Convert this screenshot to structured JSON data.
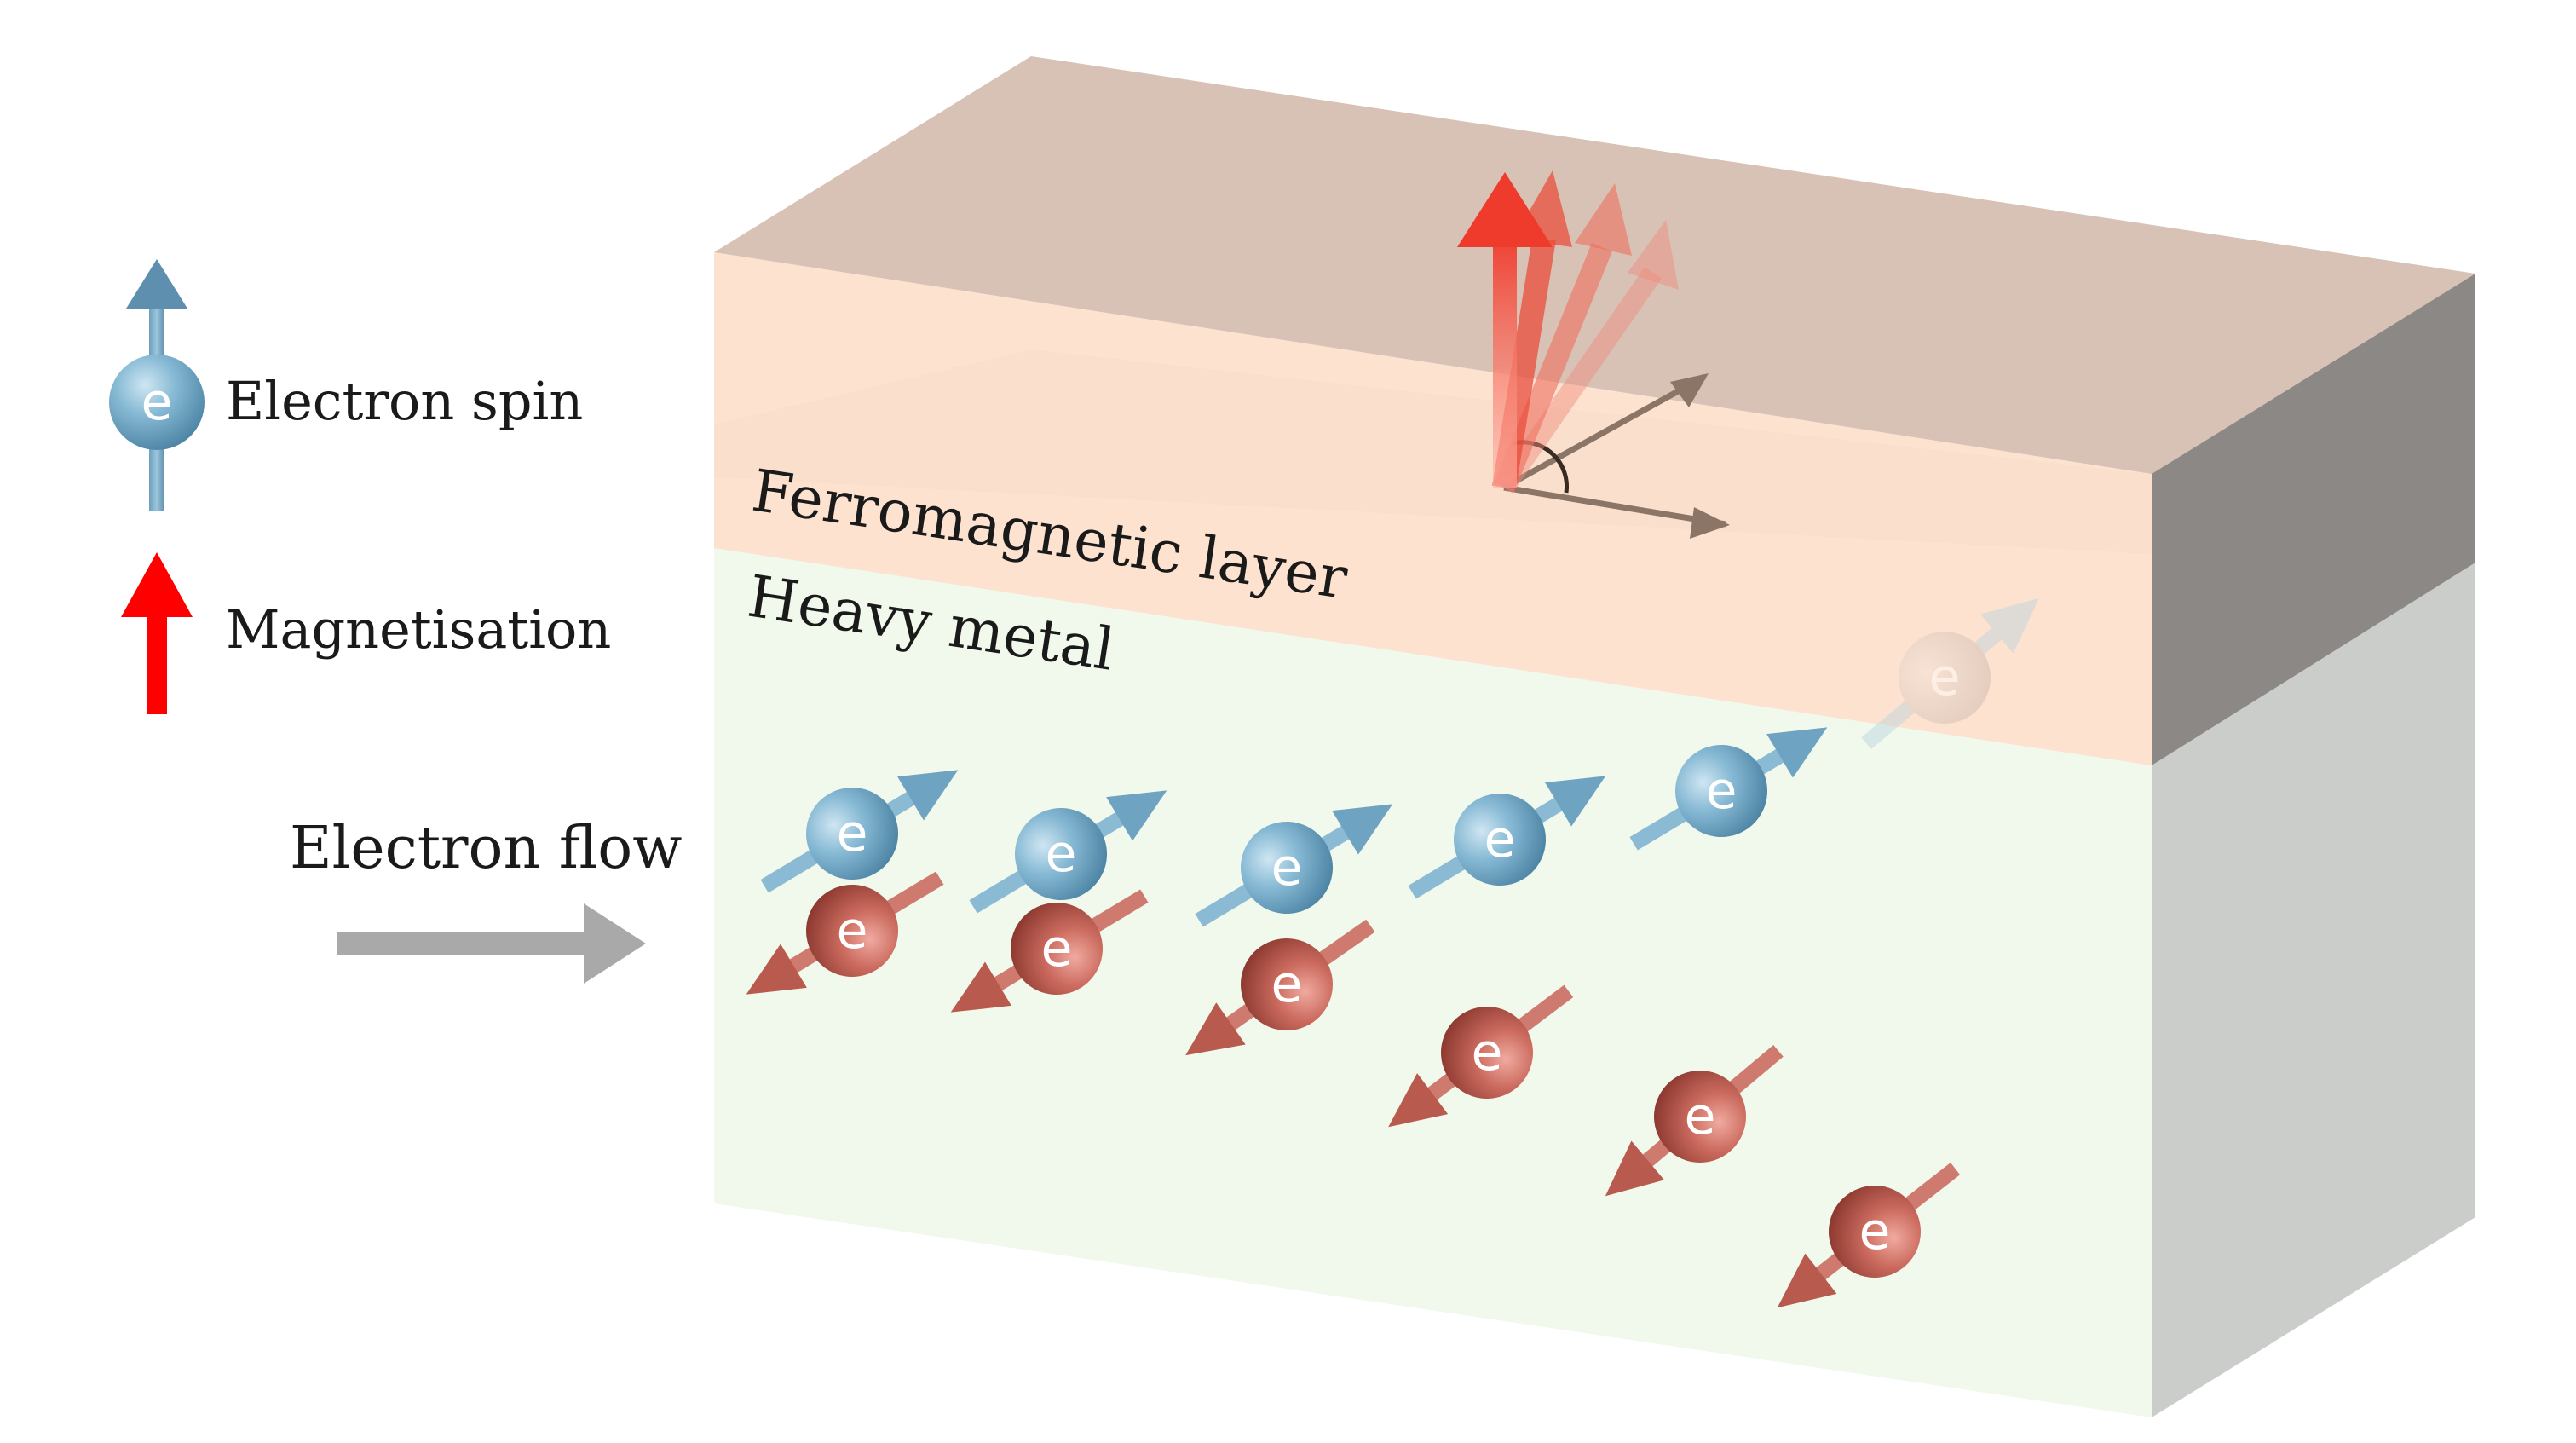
{
  "legend": {
    "electron_symbol": "e",
    "electron_spin_label": "Electron spin",
    "magnetisation_label": "Magnetisation"
  },
  "flow": {
    "label": "Electron flow"
  },
  "layers": {
    "ferromagnetic_label": "Ferromagnetic layer",
    "heavy_metal_label": "Heavy metal"
  },
  "colors": {
    "spin_up_blue": "#7fb3cf",
    "spin_down_red": "#c4655a",
    "magnetisation_red": "#ee1111",
    "flow_arrow_gray": "#a9a9a9",
    "ferromagnet_fill": "#fde3d2",
    "heavy_metal_fill": "#f1f8ec",
    "side_face_gray": "#c9cbc9",
    "top_face_tan": "#d8c2b6"
  },
  "electron_symbol": "e"
}
